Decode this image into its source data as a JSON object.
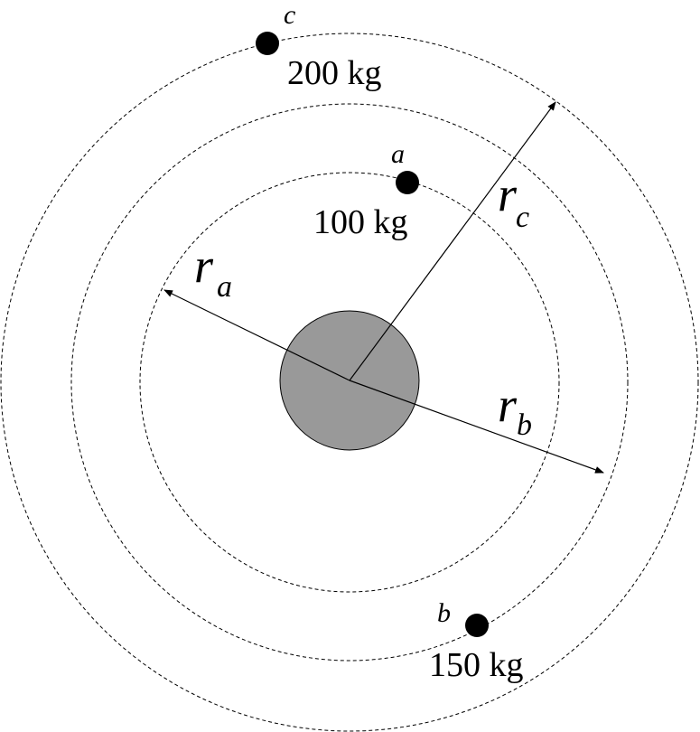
{
  "satellites": {
    "a": {
      "letter": "a",
      "mass": "100 kg"
    },
    "b": {
      "letter": "b",
      "mass": "150 kg"
    },
    "c": {
      "letter": "c",
      "mass": "200 kg"
    }
  },
  "radii": {
    "ra": {
      "symbol": "r",
      "subscript": "a"
    },
    "rb": {
      "symbol": "r",
      "subscript": "b"
    },
    "rc": {
      "symbol": "r",
      "subscript": "c"
    }
  },
  "colors": {
    "planet_fill": "#999999",
    "line": "#000000",
    "background": "#ffffff"
  }
}
